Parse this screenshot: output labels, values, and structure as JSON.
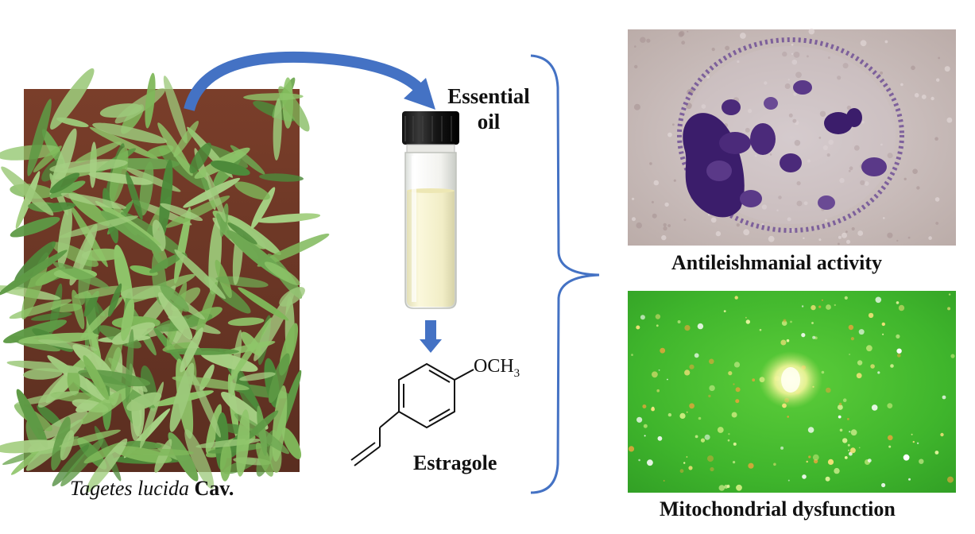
{
  "plant": {
    "caption_italic": "Tagetes lucida",
    "caption_rest": " Cav."
  },
  "oil": {
    "label_line1": "Essential",
    "label_line2": "oil"
  },
  "compound": {
    "name": "Estragole",
    "substituent": "OCH",
    "subscript": "3"
  },
  "results": {
    "top_caption": "Antileishmanial activity",
    "bottom_caption": "Mitochondrial dysfunction"
  },
  "colors": {
    "arrow_blue": "#4472c4",
    "bracket_blue": "#4472c4",
    "stain_purple": "#4b2a7a",
    "fluorescence_green": "#3fb52c"
  },
  "icons": [
    "plant-photo",
    "vial",
    "curved-arrow",
    "down-arrow",
    "brace",
    "cell-micrograph",
    "fluorescence-micrograph"
  ]
}
